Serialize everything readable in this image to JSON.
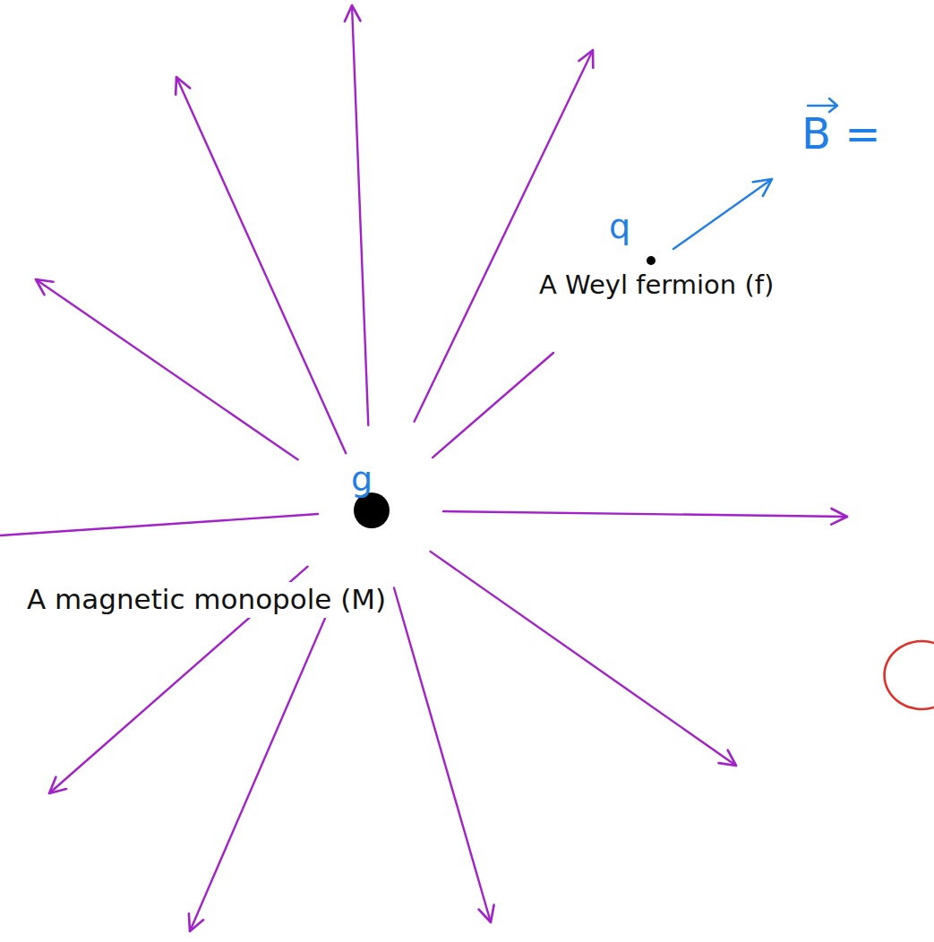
{
  "diagram": {
    "labels": [
      "B =",
      "q",
      "A Weyl fermion (f)",
      "g",
      "A magnetic monopole (M)"
    ]
  }
}
